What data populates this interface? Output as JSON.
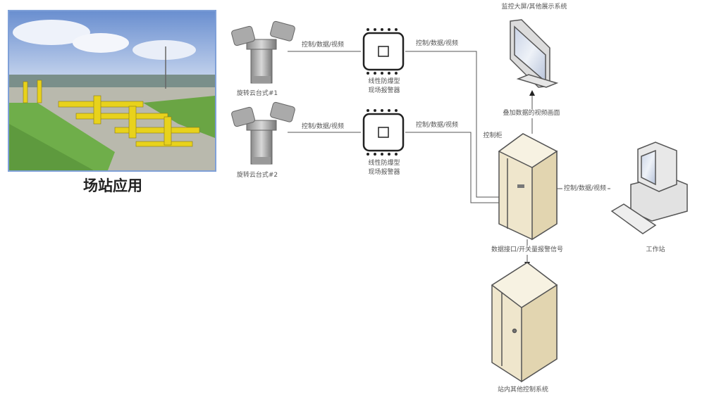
{
  "photo": {
    "caption": "场站应用"
  },
  "cameras": [
    {
      "label": "旋转云台式#1"
    },
    {
      "label": "旋转云台式#2"
    }
  ],
  "alarms": [
    {
      "line1": "线性防爆型",
      "line2": "现场报警器"
    },
    {
      "line1": "线性防爆型",
      "line2": "现场报警器"
    }
  ],
  "links": {
    "cam1_to_alarm1": "控制/数据/视频",
    "alarm1_to_cabinet": "控制/数据/视频",
    "cam2_to_alarm2": "控制/数据/视频",
    "alarm2_to_cabinet": "控制/数据/视频",
    "cabinet_to_workstation": "控制/数据/视频",
    "cabinet_to_monitor": "叠加数据的视频画面",
    "cabinet_to_other": "数据接口/开关量报警信号"
  },
  "cabinet": {
    "label": "控制柜"
  },
  "monitor": {
    "label": "监控大屏/其他展示系统"
  },
  "workstation": {
    "label": "工作站"
  },
  "other_system": {
    "label": "站内其他控制系统"
  },
  "colors": {
    "cabinet": "#efe6cc",
    "photo_border": "#7fa0d8",
    "pipe": "#e8d21c"
  }
}
